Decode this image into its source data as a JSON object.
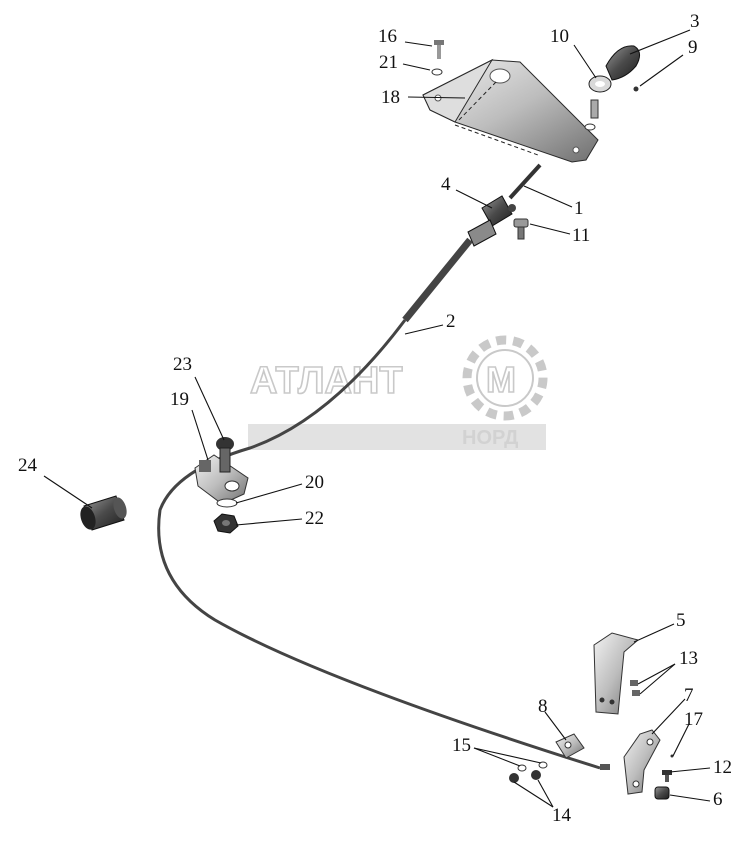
{
  "watermark": {
    "brand": "АТЛАНТ",
    "logo_letter": "М",
    "sub": "НОРД"
  },
  "callouts": [
    {
      "id": "c1",
      "text": "1"
    },
    {
      "id": "c2",
      "text": "2"
    },
    {
      "id": "c3",
      "text": "3"
    },
    {
      "id": "c4",
      "text": "4"
    },
    {
      "id": "c5",
      "text": "5"
    },
    {
      "id": "c6",
      "text": "6"
    },
    {
      "id": "c7",
      "text": "7"
    },
    {
      "id": "c8",
      "text": "8"
    },
    {
      "id": "c9",
      "text": "9"
    },
    {
      "id": "c10",
      "text": "10"
    },
    {
      "id": "c11",
      "text": "11"
    },
    {
      "id": "c12",
      "text": "12"
    },
    {
      "id": "c13",
      "text": "13"
    },
    {
      "id": "c14",
      "text": "14"
    },
    {
      "id": "c15",
      "text": "15"
    },
    {
      "id": "c16",
      "text": "16"
    },
    {
      "id": "c17",
      "text": "17"
    },
    {
      "id": "c18",
      "text": "18"
    },
    {
      "id": "c19",
      "text": "19"
    },
    {
      "id": "c20",
      "text": "20"
    },
    {
      "id": "c21",
      "text": "21"
    },
    {
      "id": "c22",
      "text": "22"
    },
    {
      "id": "c23",
      "text": "23"
    },
    {
      "id": "c24",
      "text": "24"
    }
  ]
}
